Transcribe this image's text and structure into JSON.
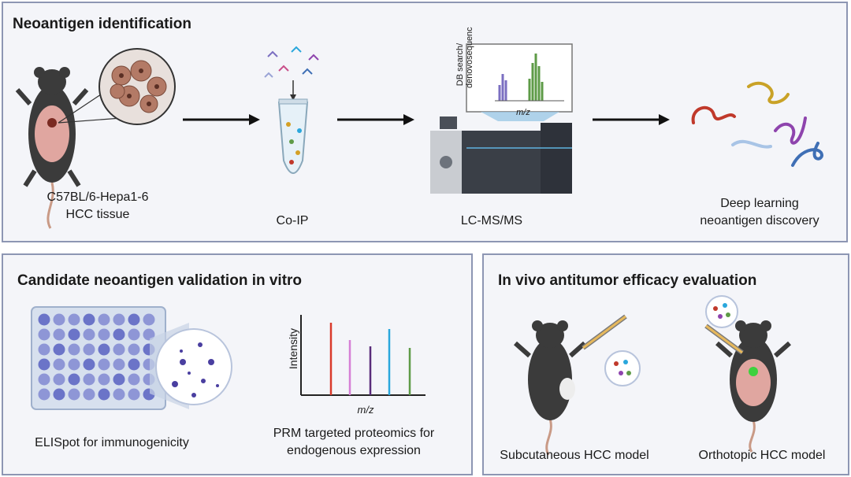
{
  "panels": {
    "identification": {
      "title": "Neoantigen identification",
      "steps": [
        {
          "label_l1": "C57BL/6-Hepa1-6",
          "label_l2": "HCC tissue"
        },
        {
          "label_l1": "Co-IP",
          "label_l2": ""
        },
        {
          "label_l1": "LC-MS/MS",
          "label_l2": ""
        },
        {
          "label_l1": "Deep learning",
          "label_l2": "neoantigen discovery"
        }
      ],
      "ms_plot": {
        "ylabel_l1": "DB search/",
        "ylabel_l2": "denovosequenc",
        "xlabel": "m/z"
      }
    },
    "validation": {
      "title": "Candidate neoantigen validation in vitro",
      "elispot_label": "ELISpot for immunogenicity",
      "prm_label_l1": "PRM targeted proteomics for",
      "prm_label_l2": "endogenous expression",
      "prm_plot": {
        "ylabel": "Intensity",
        "xlabel": "m/z"
      }
    },
    "invivo": {
      "title": "In vivo antitumor efficacy evaluation",
      "subq_label": "Subcutaneous HCC model",
      "ortho_label": "Orthotopic HCC model"
    }
  },
  "colors": {
    "panel_border": "#8d96b3",
    "panel_bg": "#f4f5f9",
    "peak_colors": [
      "#d93a2b",
      "#d67fd6",
      "#5a2c7a",
      "#2aa7dc",
      "#5e9b47"
    ],
    "peptide_colors": [
      "#c0392b",
      "#c9a227",
      "#8e44ad",
      "#3f6fb5",
      "#a8c4e6"
    ]
  }
}
